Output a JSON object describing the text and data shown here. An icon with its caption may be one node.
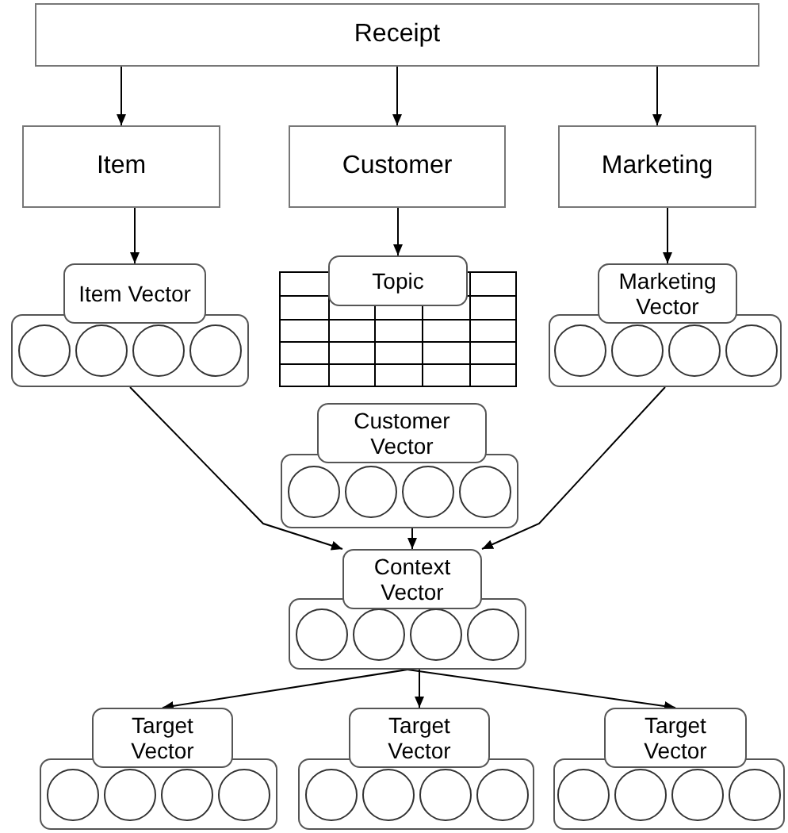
{
  "diagram": {
    "nodes": [
      {
        "text": [
          "Receipt"
        ]
      },
      {
        "text": [
          "Item"
        ]
      },
      {
        "text": [
          "Customer"
        ]
      },
      {
        "text": [
          "Marketing"
        ]
      },
      {
        "text": [
          "Item Vector"
        ]
      },
      {
        "text": [],
        "shape": "box"
      },
      {
        "text": [
          "Topic"
        ]
      },
      {
        "text": [
          "Marketing Vector"
        ]
      },
      {
        "text": [],
        "shape": "box"
      },
      {
        "text": [
          "Customer Vector"
        ]
      },
      {
        "text": [],
        "shape": "box"
      },
      {
        "text": [
          "Context Vector"
        ]
      },
      {
        "text": [],
        "shape": "box"
      },
      {
        "text": [
          "Target Vector"
        ]
      },
      {
        "text": [],
        "shape": "box"
      },
      {
        "text": [
          "Target Vector"
        ]
      },
      {
        "text": [],
        "shape": "box"
      },
      {
        "text": [
          "Target Vector"
        ]
      },
      {
        "text": [],
        "shape": "box"
      }
    ],
    "edges": [
      {
        "from": 0,
        "to": 1,
        "arrow": "to"
      },
      {
        "from": 0,
        "to": 2,
        "arrow": "to"
      },
      {
        "from": 0,
        "to": 3,
        "arrow": "to"
      },
      {
        "from": 1,
        "to": 4,
        "arrow": "to"
      },
      {
        "from": 2,
        "to": 6,
        "arrow": "to"
      },
      {
        "from": 3,
        "to": 7,
        "arrow": "to"
      },
      {
        "from": 5,
        "to": 11,
        "arrow": "to"
      },
      {
        "from": 10,
        "to": 11,
        "arrow": "to"
      },
      {
        "from": 8,
        "to": 11,
        "arrow": "to"
      },
      {
        "from": 12,
        "to": 13,
        "arrow": "to"
      },
      {
        "from": 12,
        "to": 15,
        "arrow": "to"
      },
      {
        "from": 12,
        "to": 17,
        "arrow": "to"
      }
    ]
  }
}
